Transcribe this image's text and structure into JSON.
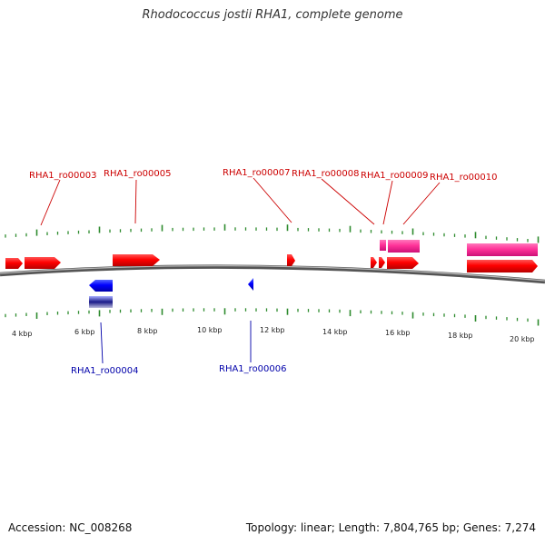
{
  "title": "Rhodococcus jostii RHA1, complete genome",
  "footer": {
    "accession": "Accession: NC_008268",
    "topology": "Topology: linear; Length: 7,804,765 bp; Genes: 7,274"
  },
  "colors": {
    "forward_gene": "#ff0000",
    "reverse_gene": "#0000ff",
    "forward_label": "#cc0000",
    "reverse_label": "#0000aa",
    "pink_feature": "#ff3399",
    "tick": "#2e8b2e",
    "backbone": "#888888"
  },
  "scale": {
    "labels": [
      "4 kbp",
      "6 kbp",
      "8 kbp",
      "10 kbp",
      "12 kbp",
      "14 kbp",
      "16 kbp",
      "18 kbp",
      "20 kbp"
    ]
  },
  "forward_labels": [
    "RHA1_ro00003",
    "RHA1_ro00005",
    "RHA1_ro00007",
    "RHA1_ro00008",
    "RHA1_ro00009",
    "RHA1_ro00010"
  ],
  "reverse_labels": [
    "RHA1_ro00004",
    "RHA1_ro00006"
  ]
}
